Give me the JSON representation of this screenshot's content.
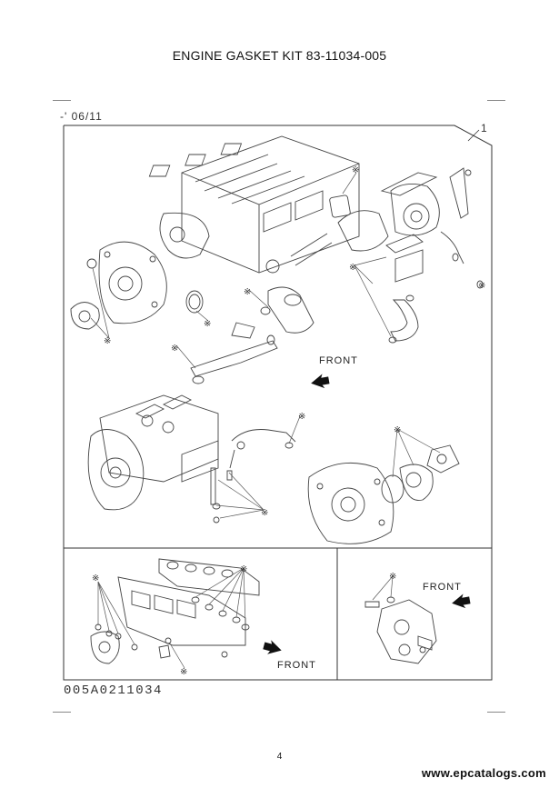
{
  "title": "ENGINE GASKET KIT  83-11034-005",
  "date_label": "-' 06/11",
  "item_number": "1",
  "front_labels": [
    "FRONT",
    "FRONT",
    "FRONT"
  ],
  "figure_code": "005A0211034",
  "page_number": "4",
  "website": "www.epcatalogs.com",
  "mark_symbol": "※"
}
